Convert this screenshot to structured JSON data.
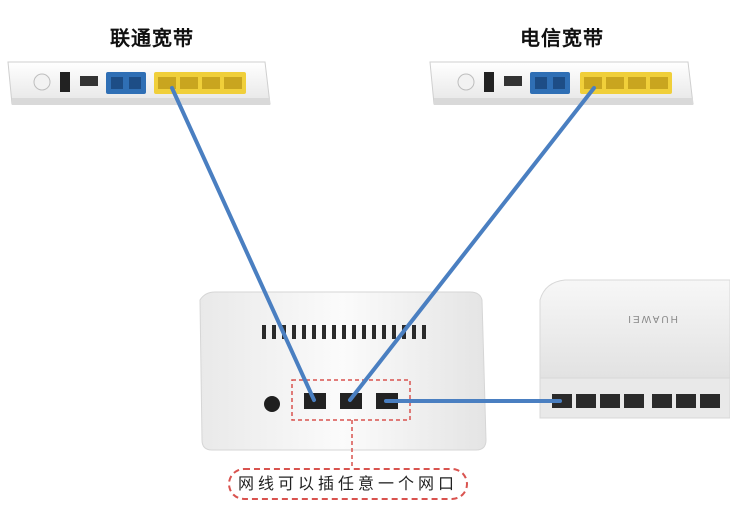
{
  "labels": {
    "left_modem": "联通宽带",
    "right_modem": "电信宽带",
    "note": "网线可以插任意一个网口",
    "switch_brand": "HUAWEI"
  },
  "colors": {
    "cable": "#4a7fc1",
    "blue_port": "#2f6fb5",
    "yellow_port": "#f0cf3a",
    "dashed_box": "#d9534f",
    "device_white": "#f4f4f4"
  },
  "icons": [
    "rj45-port",
    "power-button",
    "power-jack",
    "usb-port",
    "ventilation-slots"
  ]
}
